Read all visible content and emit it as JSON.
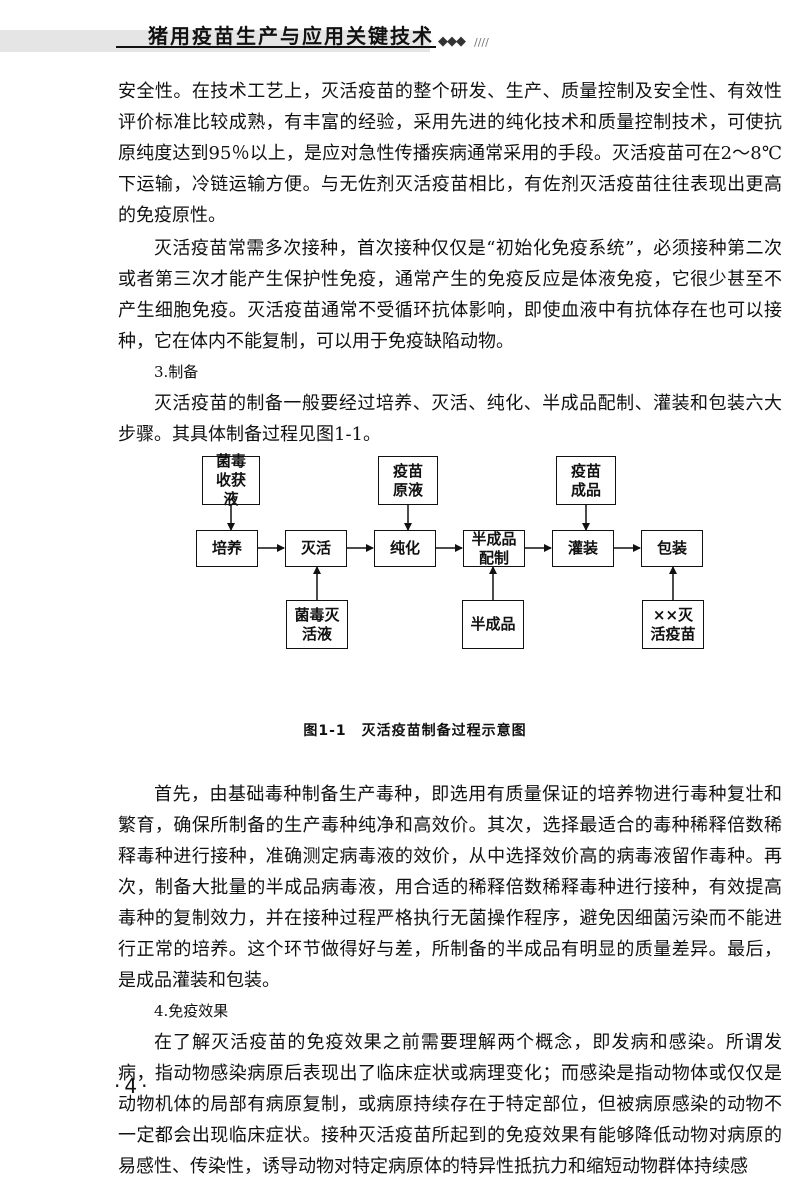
{
  "header": {
    "title": "猪用疫苗生产与应用关键技术",
    "ornament": "◆◆◆",
    "slashes": "////"
  },
  "paragraphs": {
    "p1": "安全性。在技术工艺上，灭活疫苗的整个研发、生产、质量控制及安全性、有效性评价标准比较成熟，有丰富的经验，采用先进的纯化技术和质量控制技术，可使抗原纯度达到95％以上，是应对急性传播疾病通常采用的手段。灭活疫苗可在2～8℃下运输，冷链运输方便。与无佐剂灭活疫苗相比，有佐剂灭活疫苗往往表现出更高的免疫原性。",
    "p2": "灭活疫苗常需多次接种，首次接种仅仅是“初始化免疫系统”，必须接种第二次或者第三次才能产生保护性免疫，通常产生的免疫反应是体液免疫，它很少甚至不产生细胞免疫。灭活疫苗通常不受循环抗体影响，即使血液中有抗体存在也可以接种，它在体内不能复制，可以用于免疫缺陷动物。",
    "heading3": "3.制备",
    "p3": "灭活疫苗的制备一般要经过培养、灭活、纯化、半成品配制、灌装和包装六大步骤。其具体制备过程见图1-1。",
    "p4": "首先，由基础毒种制备生产毒种，即选用有质量保证的培养物进行毒种复壮和繁育，确保所制备的生产毒种纯净和高效价。其次，选择最适合的毒种稀释倍数稀释毒种进行接种，准确测定病毒液的效价，从中选择效价高的病毒液留作毒种。再次，制备大批量的半成品病毒液，用合适的稀释倍数稀释毒种进行接种，有效提高毒种的复制效力，并在接种过程严格执行无菌操作程序，避免因细菌污染而不能进行正常的培养。这个环节做得好与差，所制备的半成品有明显的质量差异。最后，是成品灌装和包装。",
    "heading4": "4.免疫效果",
    "p5": "在了解灭活疫苗的免疫效果之前需要理解两个概念，即发病和感染。所谓发病，指动物感染病原后表现出了临床症状或病理变化；而感染是指动物体或仅仅是动物机体的局部有病原复制，或病原持续存在于特定部位，但被病原感染的动物不一定都会出现临床症状。接种灭活疫苗所起到的免疫效果有能够降低动物对病原的易感性、传染性，诱导动物对特定病原体的特异性抵抗力和缩短动物群体持续感"
  },
  "figure": {
    "caption": "图1-1　灭活疫苗制备过程示意图",
    "boxes": {
      "harvest": "菌毒收获液",
      "culture": "培养",
      "inactivate": "灭活",
      "inact_liquid": "菌毒灭活液",
      "bulk": "疫苗原液",
      "purify": "纯化",
      "semi_prep": "半成品配制",
      "semi": "半成品",
      "finished": "疫苗成品",
      "fill": "灌装",
      "pack": "包装",
      "product": "××灭活疫苗"
    }
  },
  "footer": {
    "page_number": "·4·"
  }
}
